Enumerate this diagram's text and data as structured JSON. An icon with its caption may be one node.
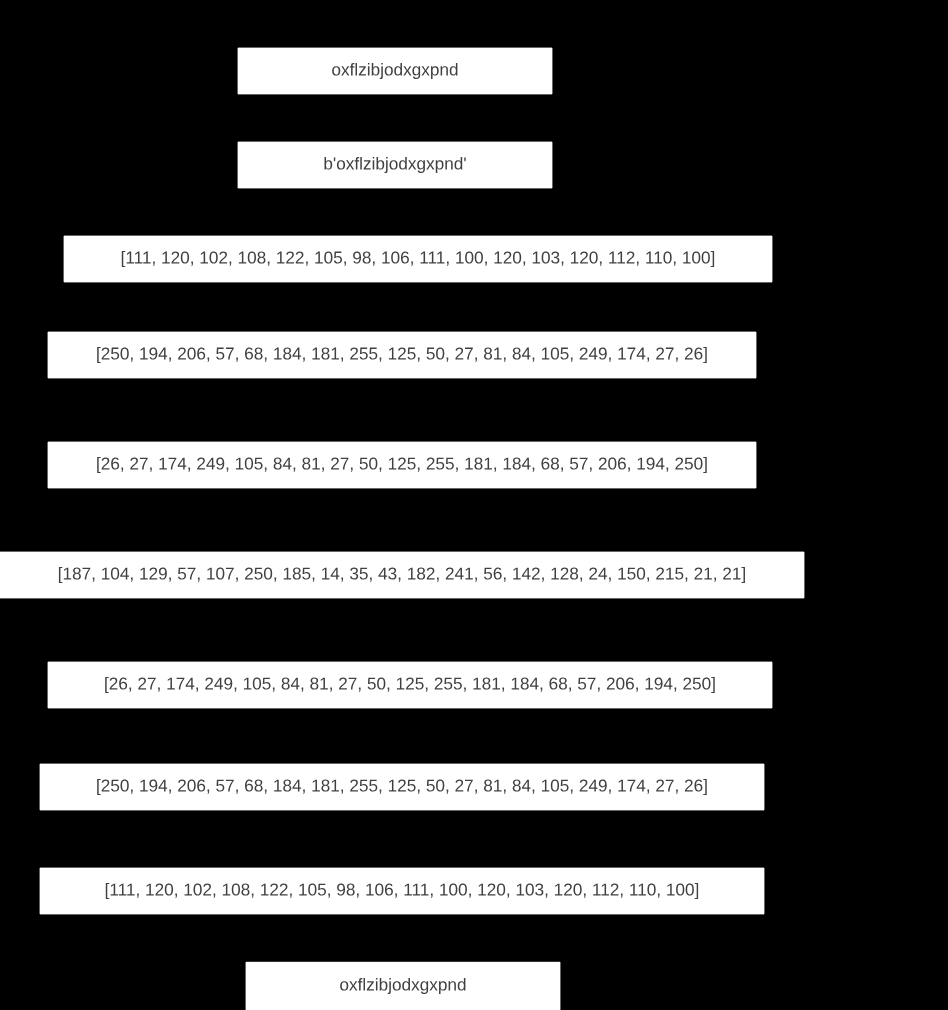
{
  "diagram": {
    "nodes": [
      {
        "text": [
          "oxflzibjodxgxpnd"
        ]
      },
      {
        "text": [
          "b'oxflzibjodxgxpnd'"
        ]
      },
      {
        "text": [
          "[111, 120, 102, 108, 122, 105, 98, 106, 111, 100, 120, 103, 120, 112, 110, 100]"
        ]
      },
      {
        "text": [
          "[250, 194, 206, 57, 68, 184, 181, 255, 125, 50, 27, 81, 84, 105, 249, 174, 27, 26]"
        ]
      },
      {
        "text": [
          "[26, 27, 174, 249, 105, 84, 81, 27, 50, 125, 255, 181, 184, 68, 57, 206, 194, 250]"
        ]
      },
      {
        "text": [
          "[187, 104, 129, 57, 107, 250, 185, 14, 35, 43, 182, 241, 56, 142, 128, 24, 150, 215, 21, 21]"
        ]
      },
      {
        "text": [
          "[26, 27, 174, 249, 105, 84, 81, 27, 50, 125, 255, 181, 184, 68, 57, 206, 194, 250]"
        ]
      },
      {
        "text": [
          "[250, 194, 206, 57, 68, 184, 181, 255, 125, 50, 27, 81, 84, 105, 249, 174, 27, 26]"
        ]
      },
      {
        "text": [
          "[111, 120, 102, 108, 122, 105, 98, 106, 111, 100, 120, 103, 120, 112, 110, 100]"
        ]
      },
      {
        "text": [
          "oxflzibjodxgxpnd"
        ]
      }
    ]
  }
}
